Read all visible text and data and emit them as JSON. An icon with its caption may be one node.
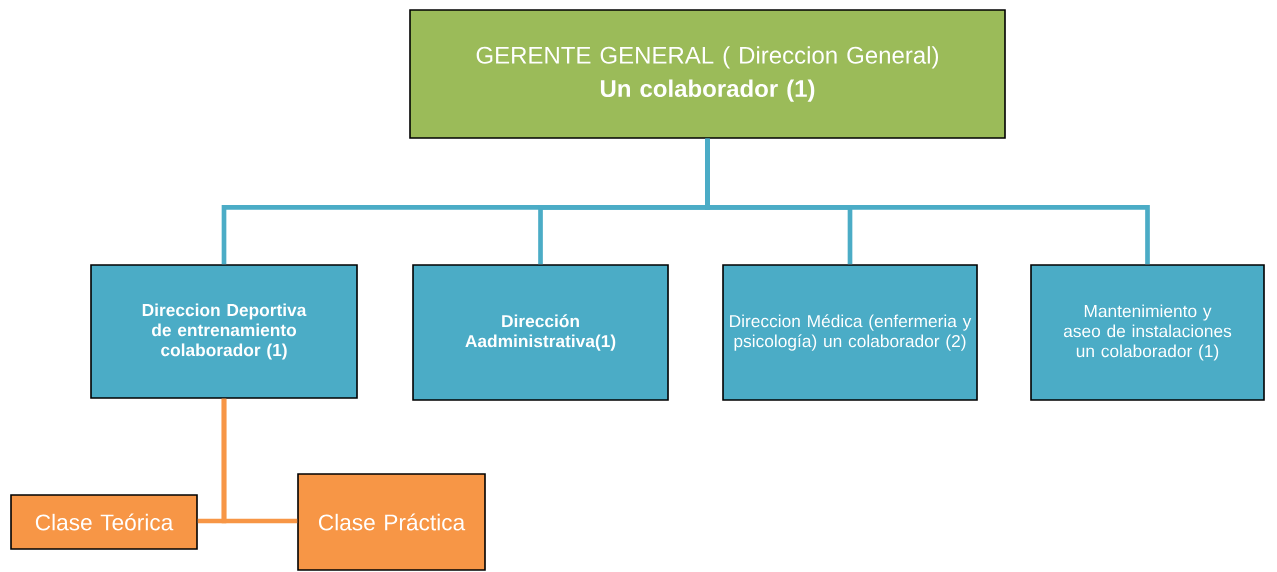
{
  "diagram": {
    "nodes": [
      {
        "text": [
          "GERENTE GENERAL ( Direccion General)",
          "Un colaborador (1)"
        ]
      },
      {
        "text": [
          "Direccion Deportiva de entrenamiento colaborador (1)"
        ]
      },
      {
        "text": [
          "Dirección Aadministrativa(1)"
        ]
      },
      {
        "text": [
          "Direccion Médica (enfermeria y psicología) un colaborador (2)"
        ]
      },
      {
        "text": [
          "Mantenimiento y aseo de instalaciones un colaborador (1)"
        ]
      },
      {
        "text": [
          "Clase Teórica"
        ]
      },
      {
        "text": [
          "Clase Práctica"
        ]
      }
    ],
    "edges": [
      {
        "from": 0,
        "to": 1,
        "arrow": "none"
      },
      {
        "from": 0,
        "to": 2,
        "arrow": "none"
      },
      {
        "from": 0,
        "to": 3,
        "arrow": "none"
      },
      {
        "from": 0,
        "to": 4,
        "arrow": "none"
      },
      {
        "from": 1,
        "to": 5,
        "arrow": "none",
        "color": "#f79646"
      },
      {
        "from": 1,
        "to": 6,
        "arrow": "none",
        "color": "#f79646"
      }
    ]
  }
}
